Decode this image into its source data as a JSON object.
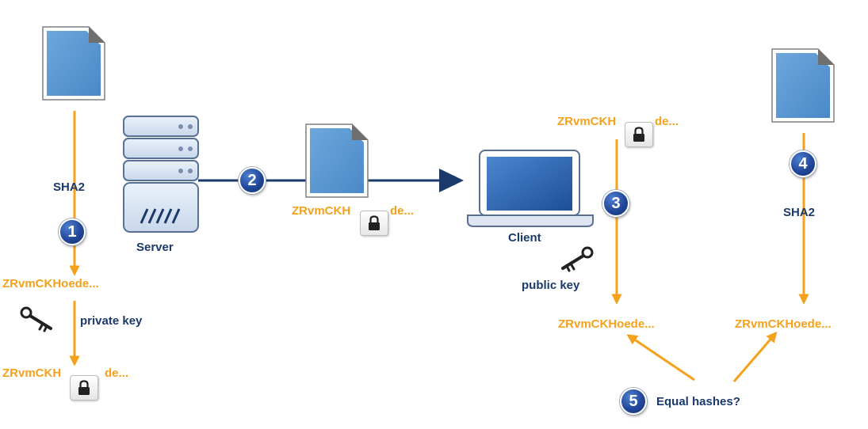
{
  "colors": {
    "accent_orange": "#f5a11b",
    "navy": "#1b3a6b",
    "doc_blue": "#5b9bd5",
    "server_blue": "#dbe6f4"
  },
  "labels": {
    "hash_truncated": "ZRvmCKHoede...",
    "hash_partial": "ZRvmCKH",
    "hash_partial_end": "de...",
    "sha2": "SHA2",
    "server": "Server",
    "client": "Client",
    "private_key": "private key",
    "public_key": "public key",
    "equal_hashes": "Equal hashes?"
  },
  "steps": [
    "1",
    "2",
    "3",
    "4",
    "5"
  ],
  "icons": [
    "document-icon",
    "server-icon",
    "laptop-icon",
    "key-icon",
    "lock-icon"
  ]
}
